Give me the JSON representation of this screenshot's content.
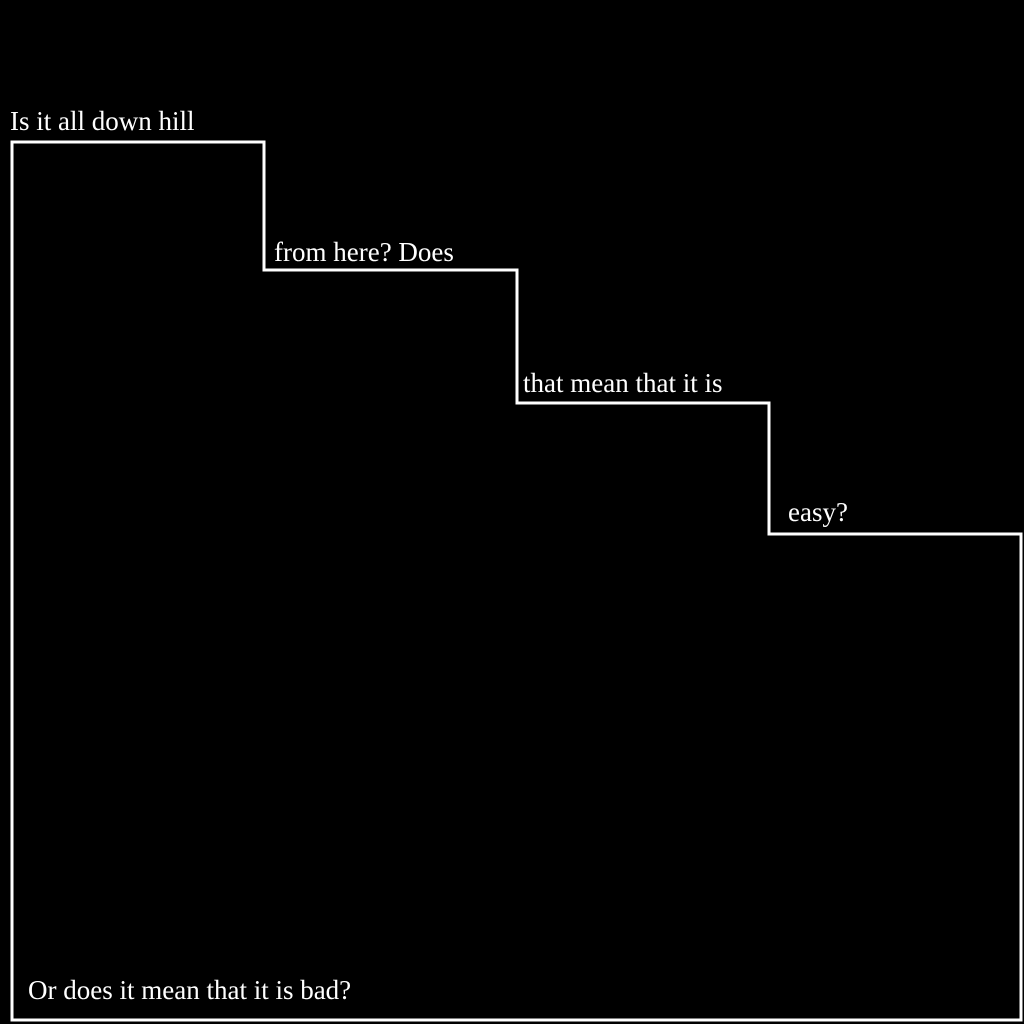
{
  "colors": {
    "background": "#000000",
    "foreground": "#ffffff"
  },
  "lines": [
    "Is it all down hill",
    "from here? Does",
    "that mean that it is",
    "easy?",
    "Or does it mean that it is bad?"
  ]
}
